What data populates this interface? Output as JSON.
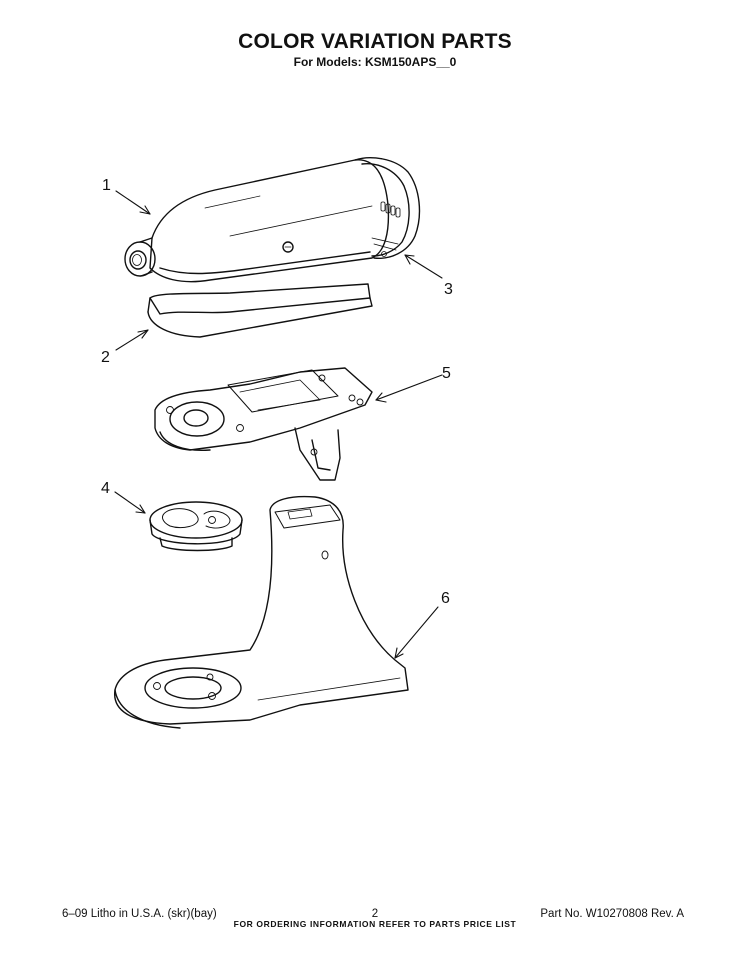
{
  "header": {
    "title": "COLOR VARIATION PARTS",
    "subtitle": "For Models: KSM150APS__0"
  },
  "callouts": [
    {
      "id": "1",
      "label": "1"
    },
    {
      "id": "2",
      "label": "2"
    },
    {
      "id": "3",
      "label": "3"
    },
    {
      "id": "4",
      "label": "4"
    },
    {
      "id": "5",
      "label": "5"
    },
    {
      "id": "6",
      "label": "6"
    }
  ],
  "footer": {
    "ordering_note": "FOR ORDERING INFORMATION REFER TO PARTS PRICE LIST",
    "litho": "6–09 Litho in U.S.A. (skr)(bay)",
    "page_number": "2",
    "part_number": "Part No. W10270808 Rev. A"
  }
}
